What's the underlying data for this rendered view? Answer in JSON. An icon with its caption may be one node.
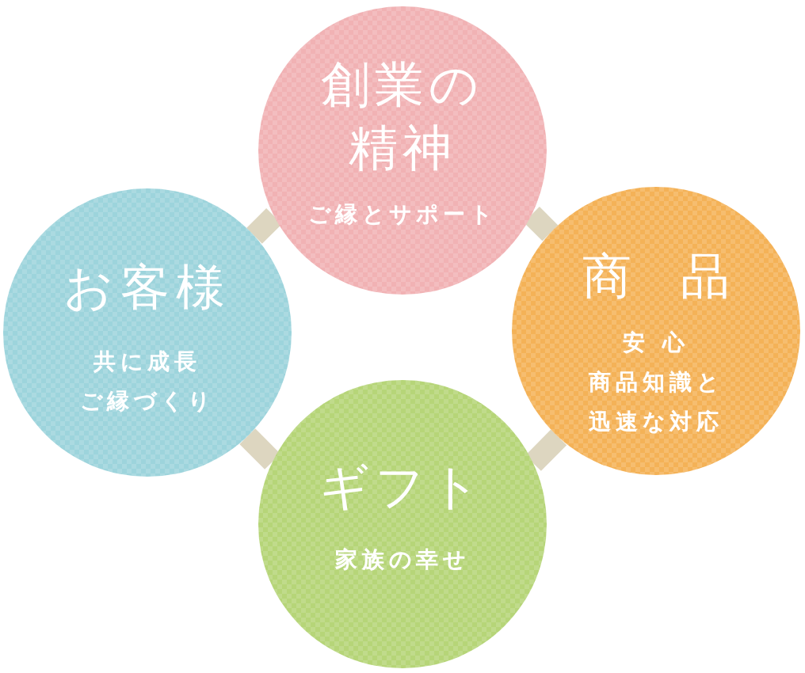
{
  "diagram": {
    "nodes": [
      {
        "text": [
          "創業の精神",
          "ご縁とサポート"
        ]
      },
      {
        "text": [
          "お客様",
          "共に成長",
          "ご縁づくり"
        ]
      },
      {
        "text": [
          "商　品",
          "安 心",
          "商品知識と迅速な対応"
        ]
      },
      {
        "text": [
          "ギフト",
          "家族の幸せ"
        ]
      }
    ],
    "edges": [
      {
        "from": 0,
        "to": 1,
        "arrow": "none"
      },
      {
        "from": 0,
        "to": 2,
        "arrow": "none"
      },
      {
        "from": 1,
        "to": 3,
        "arrow": "none"
      },
      {
        "from": 2,
        "to": 3,
        "arrow": "none"
      }
    ]
  }
}
